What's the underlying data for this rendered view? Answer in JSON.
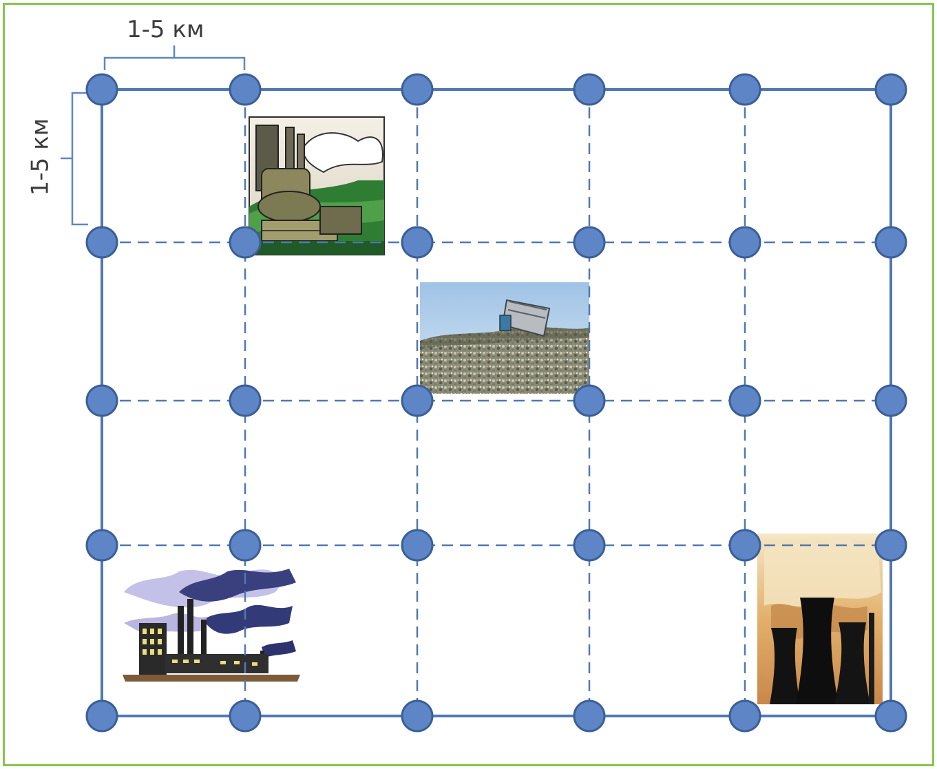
{
  "labels": {
    "horizontal_scale": "1-5 км",
    "vertical_scale": "1-5 км"
  },
  "colors": {
    "border": "#86c64a",
    "grid": "#4f78b3",
    "node_fill": "#5e86c6",
    "node_stroke": "#3a5f98"
  },
  "grid": {
    "rows": 5,
    "cols": 6,
    "outer_line": "solid",
    "inner_lines": "dashed"
  },
  "pollution_sources": [
    {
      "name": "power-plant-clipart",
      "cell_row": 0,
      "cell_col": 1
    },
    {
      "name": "landfill-photo",
      "cell_row": 1,
      "cell_col": 2
    },
    {
      "name": "factory-smoke-clipart",
      "cell_row": 3,
      "cell_col": 0
    },
    {
      "name": "cooling-towers-photo",
      "cell_row": 3,
      "cell_col": 4
    }
  ]
}
